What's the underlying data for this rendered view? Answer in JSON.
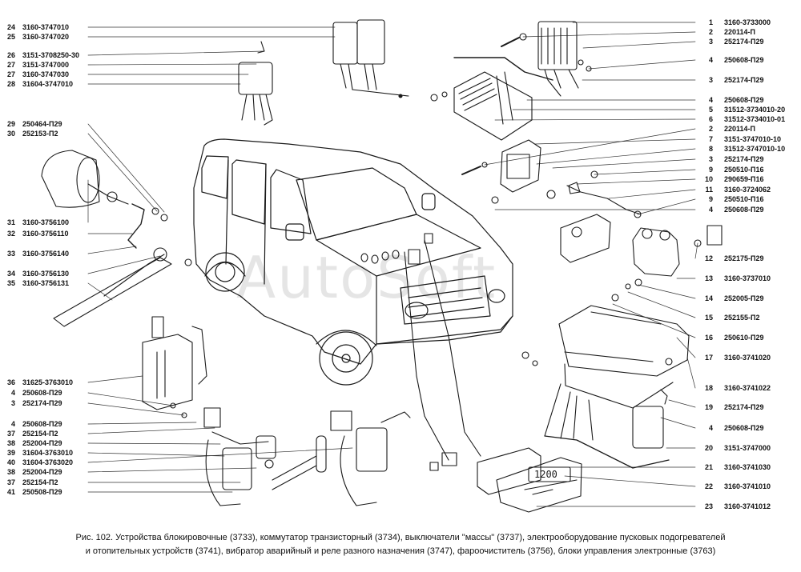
{
  "left_callouts": [
    {
      "n": "24",
      "code": "3160-3747010"
    },
    {
      "n": "25",
      "code": "3160-3747020"
    },
    {
      "n": "26",
      "code": "3151-3708250-30"
    },
    {
      "n": "27",
      "code": "3151-3747000"
    },
    {
      "n": "27",
      "code": "3160-3747030"
    },
    {
      "n": "28",
      "code": "31604-3747010"
    },
    {
      "n": "29",
      "code": "250464-П29"
    },
    {
      "n": "30",
      "code": "252153-П2"
    },
    {
      "n": "31",
      "code": "3160-3756100"
    },
    {
      "n": "32",
      "code": "3160-3756110"
    },
    {
      "n": "33",
      "code": "3160-3756140"
    },
    {
      "n": "34",
      "code": "3160-3756130"
    },
    {
      "n": "35",
      "code": "3160-3756131"
    },
    {
      "n": "36",
      "code": "31625-3763010"
    },
    {
      "n": "4",
      "code": "250608-П29"
    },
    {
      "n": "3",
      "code": "252174-П29"
    },
    {
      "n": "4",
      "code": "250608-П29"
    },
    {
      "n": "37",
      "code": "252154-П2"
    },
    {
      "n": "38",
      "code": "252004-П29"
    },
    {
      "n": "39",
      "code": "31604-3763010"
    },
    {
      "n": "40",
      "code": "31604-3763020"
    },
    {
      "n": "38",
      "code": "252004-П29"
    },
    {
      "n": "37",
      "code": "252154-П2"
    },
    {
      "n": "41",
      "code": "250508-П29"
    }
  ],
  "right_callouts": [
    {
      "n": "1",
      "code": "3160-3733000"
    },
    {
      "n": "2",
      "code": "220114-П"
    },
    {
      "n": "3",
      "code": "252174-П29"
    },
    {
      "n": "4",
      "code": "250608-П29"
    },
    {
      "n": "3",
      "code": "252174-П29"
    },
    {
      "n": "4",
      "code": "250608-П29"
    },
    {
      "n": "5",
      "code": "31512-3734010-20"
    },
    {
      "n": "6",
      "code": "31512-3734010-01"
    },
    {
      "n": "2",
      "code": "220114-П"
    },
    {
      "n": "7",
      "code": "3151-3747010-10"
    },
    {
      "n": "8",
      "code": "31512-3747010-10"
    },
    {
      "n": "3",
      "code": "252174-П29"
    },
    {
      "n": "9",
      "code": "250510-П16"
    },
    {
      "n": "10",
      "code": "290659-П16"
    },
    {
      "n": "11",
      "code": "3160-3724062"
    },
    {
      "n": "9",
      "code": "250510-П16"
    },
    {
      "n": "4",
      "code": "250608-П29"
    },
    {
      "n": "12",
      "code": "252175-П29"
    },
    {
      "n": "13",
      "code": "3160-3737010"
    },
    {
      "n": "14",
      "code": "252005-П29"
    },
    {
      "n": "15",
      "code": "252155-П2"
    },
    {
      "n": "16",
      "code": "250610-П29"
    },
    {
      "n": "17",
      "code": "3160-3741020"
    },
    {
      "n": "18",
      "code": "3160-3741022"
    },
    {
      "n": "19",
      "code": "252174-П29"
    },
    {
      "n": "4",
      "code": "250608-П29"
    },
    {
      "n": "20",
      "code": "3151-3747000"
    },
    {
      "n": "21",
      "code": "3160-3741030"
    },
    {
      "n": "22",
      "code": "3160-3741010"
    },
    {
      "n": "23",
      "code": "3160-3741012"
    }
  ],
  "caption": {
    "line1": "Рис. 102. Устройства блокировочные (3733), коммутатор транзисторный (3734), выключатели \"массы\" (3737), электрооборудование пусковых подогревателей",
    "line2": "и отопительных устройств (3741), вибратор аварийный и реле разного назначения (3747), фароочиститель (3756), блоки управления электронные (3763)"
  },
  "watermark": "AutoSoft",
  "display_readout": "1200"
}
